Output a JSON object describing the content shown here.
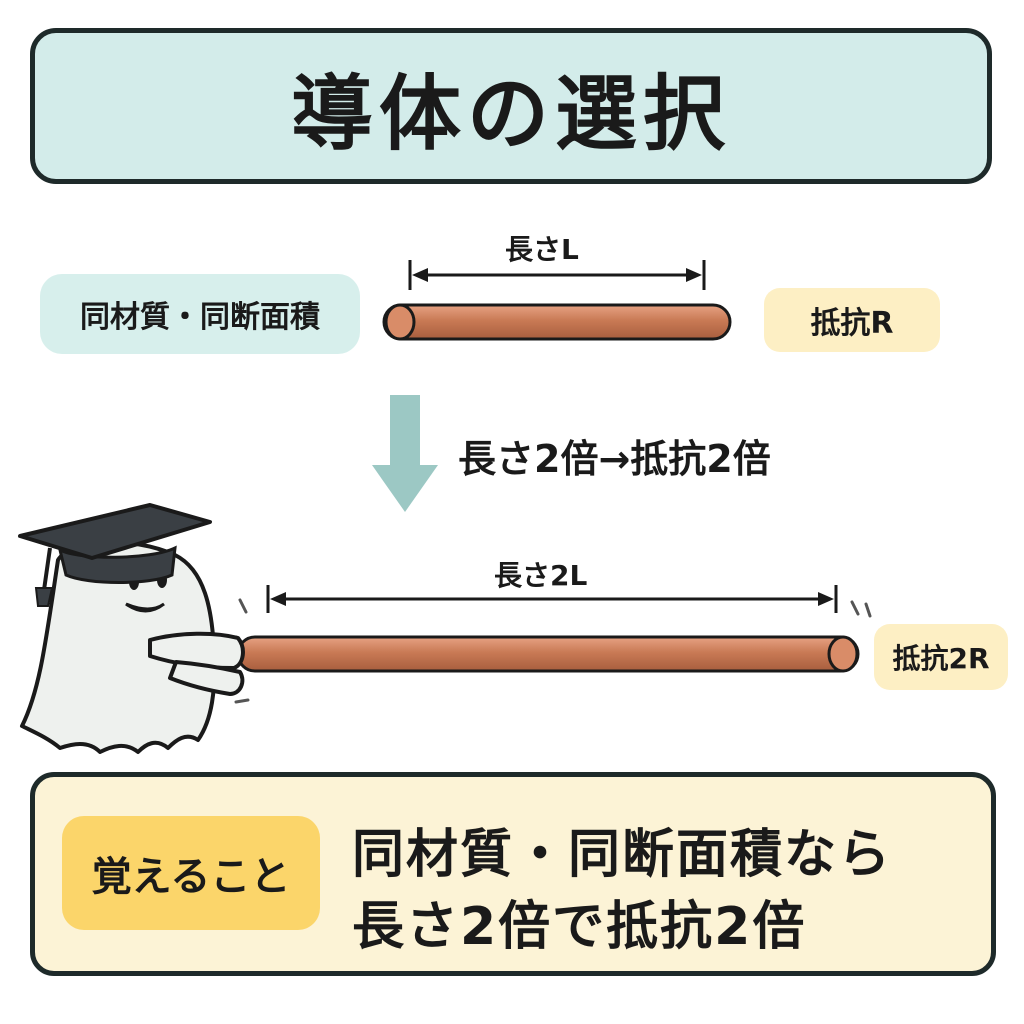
{
  "title": "導体の選択",
  "condition_label": "同材質・同断面積",
  "top_rod": {
    "length_label": "長さL",
    "resistance_label": "抵抗R"
  },
  "step_text": "長さ2倍→抵抗2倍",
  "bottom_rod": {
    "length_label": "長さ2L",
    "resistance_label": "抵抗2R"
  },
  "summary": {
    "badge": "覚えること",
    "line1": "同材質・同断面積なら",
    "line2": "長さ2倍で抵抗2倍"
  },
  "colors": {
    "title_bg": "#d3ecea",
    "teal_pill": "#d7efec",
    "resistance_pill": "#fdefc4",
    "copper": "#c97a55",
    "arrow": "#9cc8c4",
    "summary_bg": "#fcf3d6",
    "badge_bg": "#fbd56a",
    "outline": "#1e2a2a"
  },
  "icons": [
    "graduation-cap-icon",
    "ghost-mascot-icon",
    "down-arrow-icon",
    "dimension-arrow-icon"
  ]
}
